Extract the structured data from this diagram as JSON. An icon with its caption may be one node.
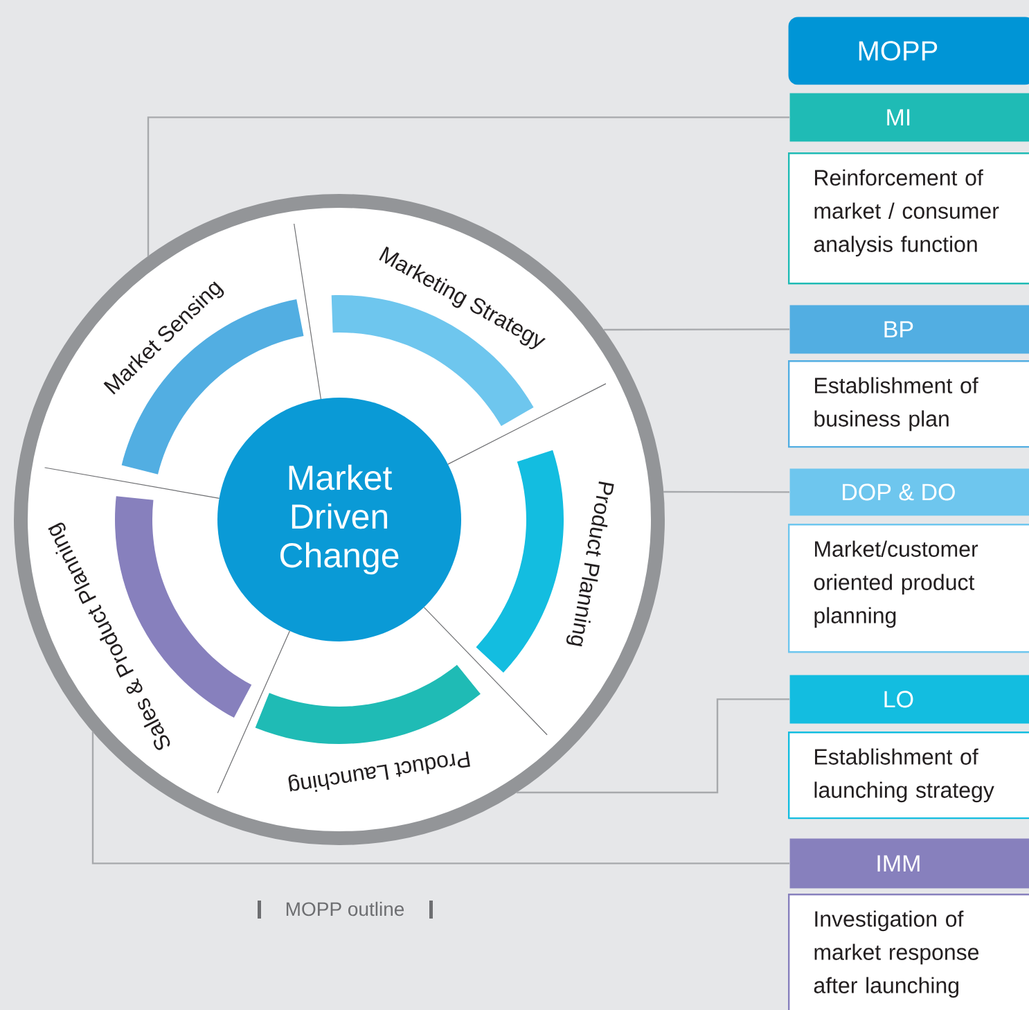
{
  "diagram": {
    "nodes": [
      {
        "text": [
          "Market Driven Change"
        ]
      },
      {
        "text": [
          "Market Sensing"
        ]
      },
      {
        "text": [
          "Marketing Strategy"
        ]
      },
      {
        "text": [
          "Product Planning"
        ]
      },
      {
        "text": [
          "Product Launching"
        ]
      },
      {
        "text": [
          "Sales & Product Planning"
        ]
      },
      {
        "text": [
          "MOPP"
        ]
      },
      {
        "text": [
          "MI"
        ]
      },
      {
        "text": [
          "Reinforcement of market / consumer analysis function"
        ]
      },
      {
        "text": [
          "BP"
        ]
      },
      {
        "text": [
          "Establishment of business plan"
        ]
      },
      {
        "text": [
          "DOP & DO"
        ]
      },
      {
        "text": [
          "Market/customer oriented product planning"
        ]
      },
      {
        "text": [
          "LO"
        ]
      },
      {
        "text": [
          "Establishment of launching strategy"
        ]
      },
      {
        "text": [
          "IMM"
        ]
      },
      {
        "text": [
          "Investigation of market response after launching"
        ]
      }
    ],
    "edges": [
      {
        "from": 1,
        "to": 7,
        "arrow": "none"
      },
      {
        "from": 2,
        "to": 9,
        "arrow": "none"
      },
      {
        "from": 3,
        "to": 11,
        "arrow": "none"
      },
      {
        "from": 4,
        "to": 13,
        "arrow": "none"
      },
      {
        "from": 5,
        "to": 15,
        "arrow": "none"
      }
    ],
    "labels": [
      "MOPP outline"
    ]
  }
}
